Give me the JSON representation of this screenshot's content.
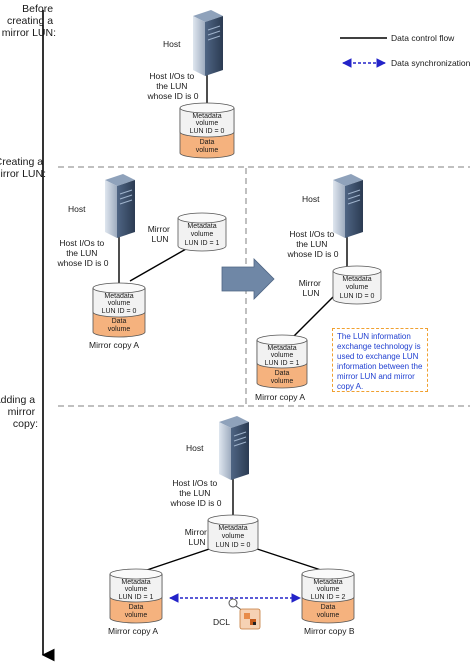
{
  "stages": {
    "before": [
      "Before",
      "creating a",
      "mirror LUN:"
    ],
    "creating": [
      "Creating a",
      "mirror LUN:"
    ],
    "adding": [
      "Adding a",
      "mirror",
      "copy:"
    ]
  },
  "legend": {
    "control_flow": "Data control flow",
    "sync": "Data synchronization"
  },
  "labels": {
    "host": "Host",
    "host_ios": [
      "Host I/Os to",
      "the LUN",
      "whose ID is 0"
    ],
    "mirror_lun": [
      "Mirror",
      "LUN"
    ],
    "mirror_copy_a": "Mirror copy A",
    "mirror_copy_b": "Mirror copy B",
    "dcl": "DCL"
  },
  "volume": {
    "metadata": [
      "Metadata",
      "volume"
    ],
    "lun_id_0": "LUN ID = 0",
    "lun_id_1": "LUN ID = 1",
    "lun_id_2": "LUN ID = 2",
    "data": [
      "Data",
      "volume"
    ]
  },
  "note": "The LUN information exchange technology is used to exchange LUN information between the mirror LUN and mirror copy A.",
  "colors": {
    "orange_fill": "#f5b27e",
    "metadata_fill": "#f2f2f2",
    "sync_arrow": "#2323c8",
    "note_border": "#f0a030",
    "note_text": "#1f3fd0",
    "server_dark": "#2b3b52",
    "server_light": "#5e7390",
    "big_arrow": "#6f87a6"
  }
}
